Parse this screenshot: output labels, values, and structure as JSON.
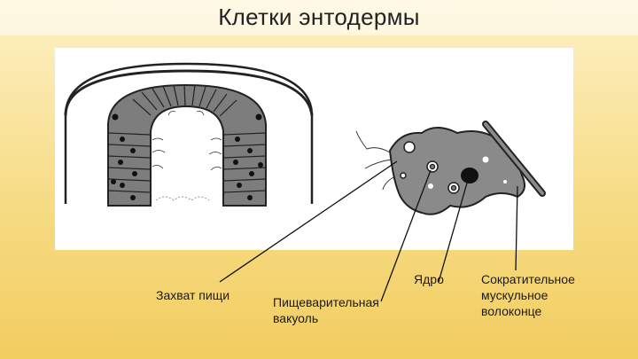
{
  "slide": {
    "title": "Клетки энтодермы"
  },
  "labels": {
    "food_capture": "Захват пищи",
    "digestive_vacuole": "Пищеварительная\nвакуоль",
    "nucleus": "Ядро",
    "contractile_fiber": "Сократительное\nмускульное\nволоконце"
  },
  "colors": {
    "background_top": "#fdf1c6",
    "background_bottom": "#f2cd60",
    "figure_bg": "#ffffff",
    "ink": "#1a1a1a",
    "cell_fill": "#8a8a8a"
  }
}
